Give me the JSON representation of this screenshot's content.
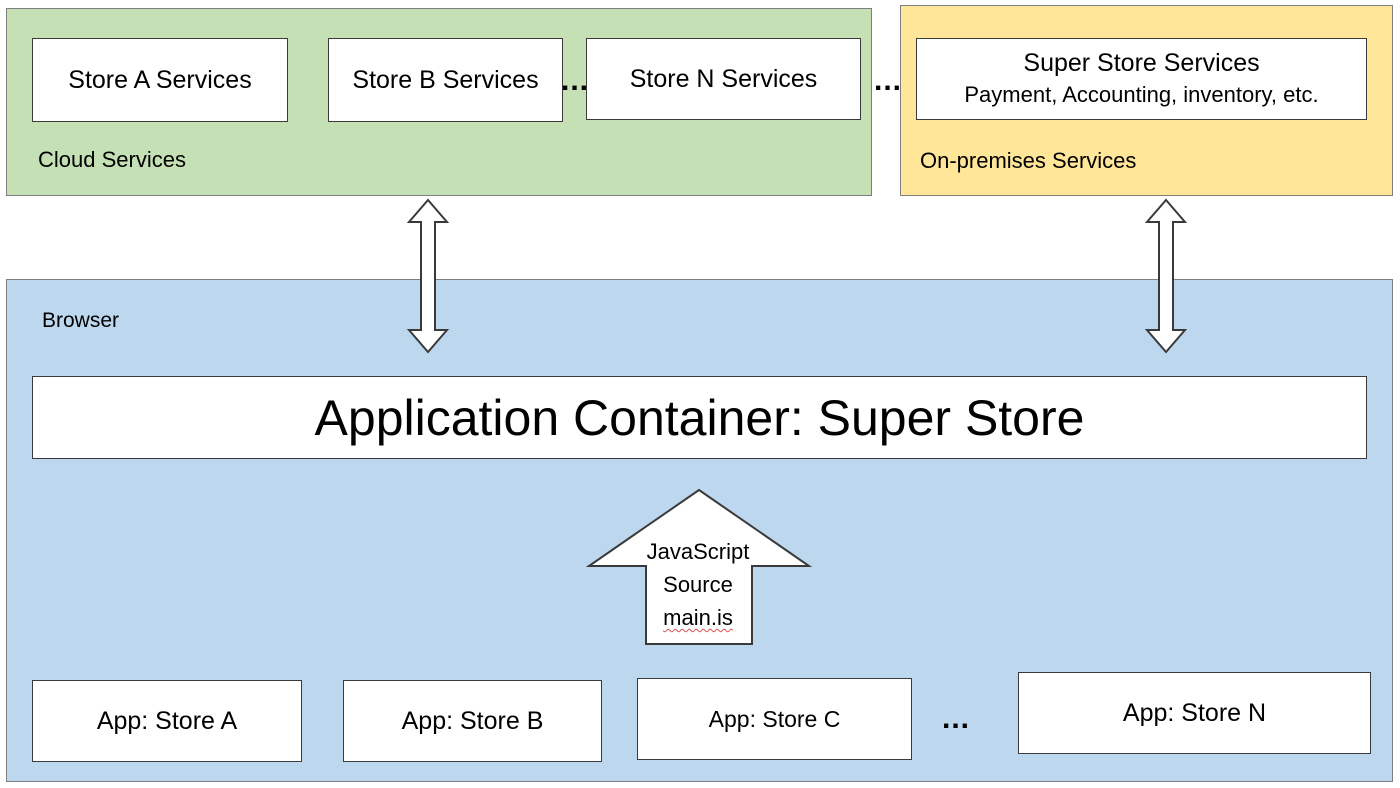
{
  "cloud": {
    "label": "Cloud Services",
    "color": "#c5e0b4",
    "stores": [
      "Store A Services",
      "Store B Services",
      "Store N Services"
    ],
    "ellipsis": "..."
  },
  "between_regions_ellipsis": "...",
  "onprem": {
    "label": "On-premises Services",
    "color": "#ffe699",
    "box_title": "Super Store Services",
    "box_subtitle": "Payment, Accounting, inventory, etc."
  },
  "browser": {
    "label": "Browser",
    "color": "#bdd7ee",
    "container_title": "Application Container: Super Store",
    "arrow_lines": [
      "JavaScript",
      "Source",
      "main.is"
    ],
    "apps": [
      "App: Store A",
      "App: Store B",
      "App: Store C",
      "App: Store N"
    ],
    "apps_ellipsis": "..."
  },
  "arrows": {
    "cloud_browser": "double-arrow-icon",
    "onprem_browser": "double-arrow-icon",
    "source_up": "up-arrow-icon"
  }
}
